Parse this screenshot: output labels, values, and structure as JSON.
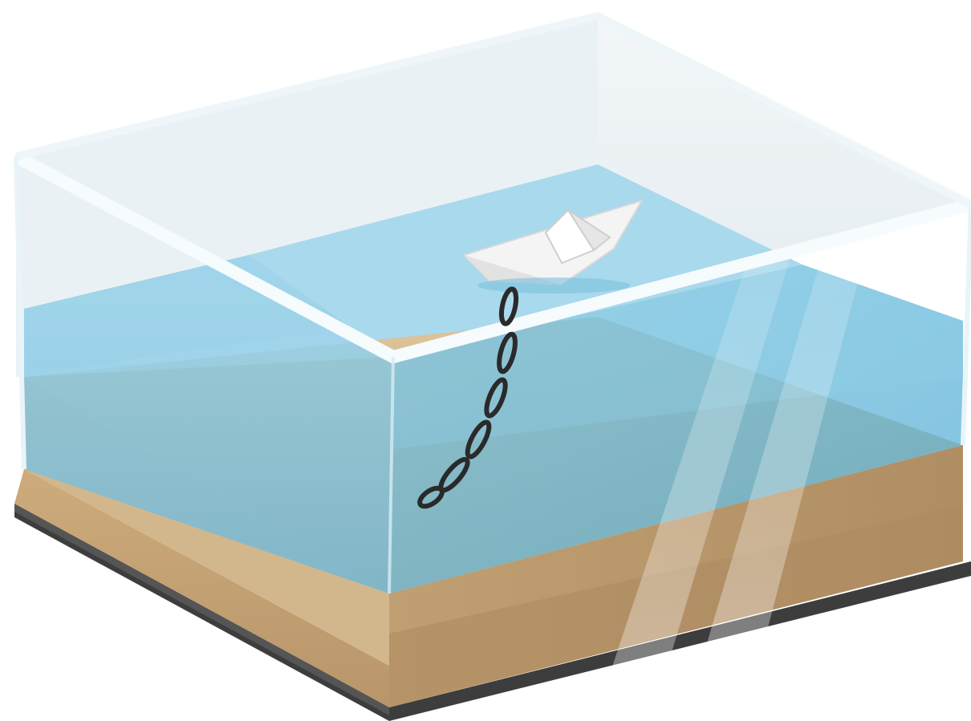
{
  "scene": {
    "subject": "tank-with-anchored-paper-boat",
    "colors": {
      "background": "#ffffff",
      "base": "#3f3f3f",
      "sand_top": "#d9bf91",
      "sand_front": "#c3a274",
      "sand_right": "#b5946a",
      "water_front": "#7fc4e0",
      "water_right": "#64b4d8",
      "water_surface": "#a6d8ec",
      "glass_frame": "#f4fafd",
      "glass_back": "#e7eef2",
      "boat": "#f7f7f7",
      "chain": "#2a2a2a"
    },
    "elements": [
      "base-plate",
      "sand-block",
      "water-volume",
      "glass-walls",
      "paper-boat",
      "anchor-chain",
      "light-rays"
    ]
  }
}
